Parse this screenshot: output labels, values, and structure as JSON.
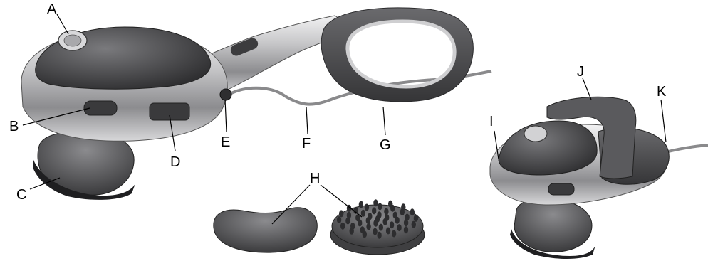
{
  "labels": {
    "A": "A",
    "B": "B",
    "C": "C",
    "D": "D",
    "E": "E",
    "F": "F",
    "G": "G",
    "H": "H",
    "I": "I",
    "J": "J",
    "K": "K"
  },
  "parts": {
    "A": "control dial",
    "B": "switch",
    "C": "massage head",
    "D": "switch",
    "E": "knob",
    "F": "power cord",
    "G": "handle grip",
    "H": "attachments",
    "I": "body housing",
    "J": "strap",
    "K": "housing rear"
  },
  "colors": {
    "dark_rubber": "#4a4a4c",
    "silver": "#b9b9bb",
    "light_silver": "#e2e2e4",
    "shadow": "#2e2e30",
    "cord": "#8a8a8c"
  }
}
